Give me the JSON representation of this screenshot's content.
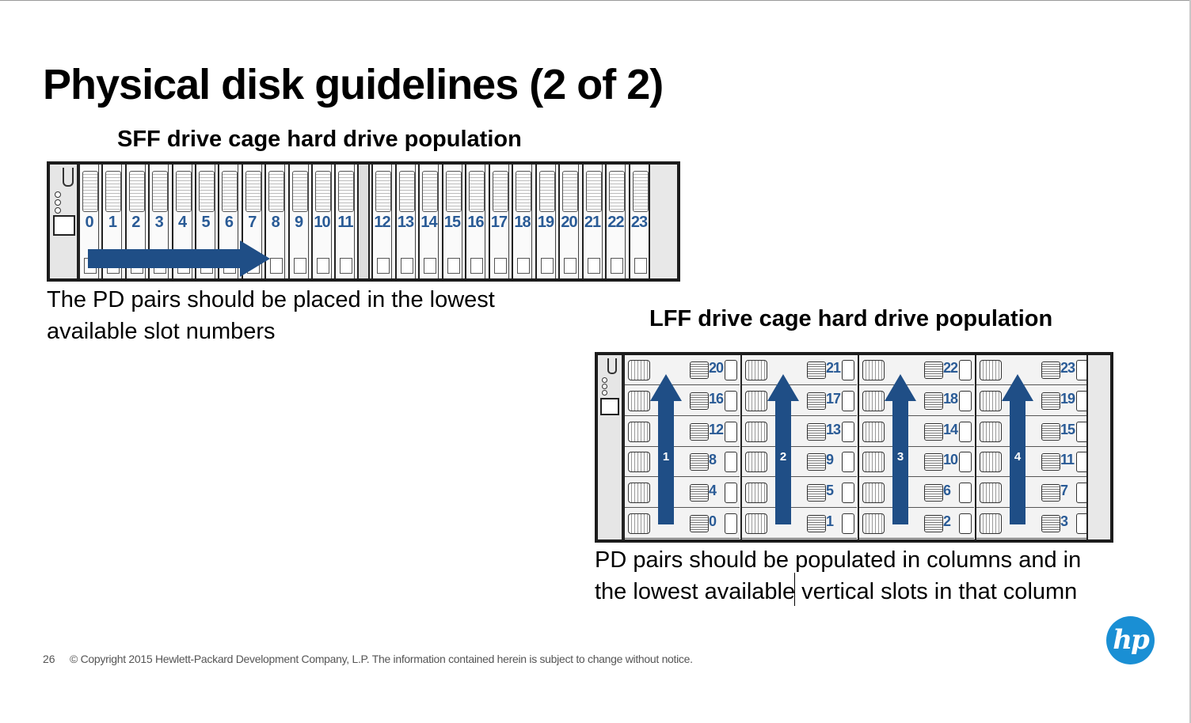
{
  "slide": {
    "title": "Physical disk guidelines (2 of 2)",
    "page_number": "26",
    "copyright": "© Copyright 2015 Hewlett-Packard Development Company, L.P. The information contained herein is subject to change without notice.",
    "logo_text": "hp"
  },
  "sff": {
    "heading": "SFF drive cage hard drive population",
    "text_line1": "The PD pairs should be placed in the lowest",
    "text_line2": "available slot numbers",
    "slots_group_a": [
      "0",
      "1",
      "2",
      "3",
      "4",
      "5",
      "6",
      "7",
      "8",
      "9",
      "10",
      "11"
    ],
    "slots_group_b": [
      "12",
      "13",
      "14",
      "15",
      "16",
      "17",
      "18",
      "19",
      "20",
      "21",
      "22",
      "23"
    ]
  },
  "lff": {
    "heading": "LFF drive cage hard drive population",
    "text_line1": "PD pairs should be populated in columns and in",
    "text_line2": "the lowest available vertical slots in that column",
    "columns": [
      {
        "arrow_label": "1",
        "slots": [
          "20",
          "16",
          "12",
          "8",
          "4",
          "0"
        ]
      },
      {
        "arrow_label": "2",
        "slots": [
          "21",
          "17",
          "13",
          "9",
          "5",
          "1"
        ]
      },
      {
        "arrow_label": "3",
        "slots": [
          "22",
          "18",
          "14",
          "10",
          "6",
          "2"
        ]
      },
      {
        "arrow_label": "4",
        "slots": [
          "23",
          "19",
          "15",
          "11",
          "7",
          "3"
        ]
      }
    ]
  },
  "colors": {
    "arrow": "#1f4e86",
    "slot_number": "#2a5b96",
    "logo": "#1a8fd4"
  }
}
